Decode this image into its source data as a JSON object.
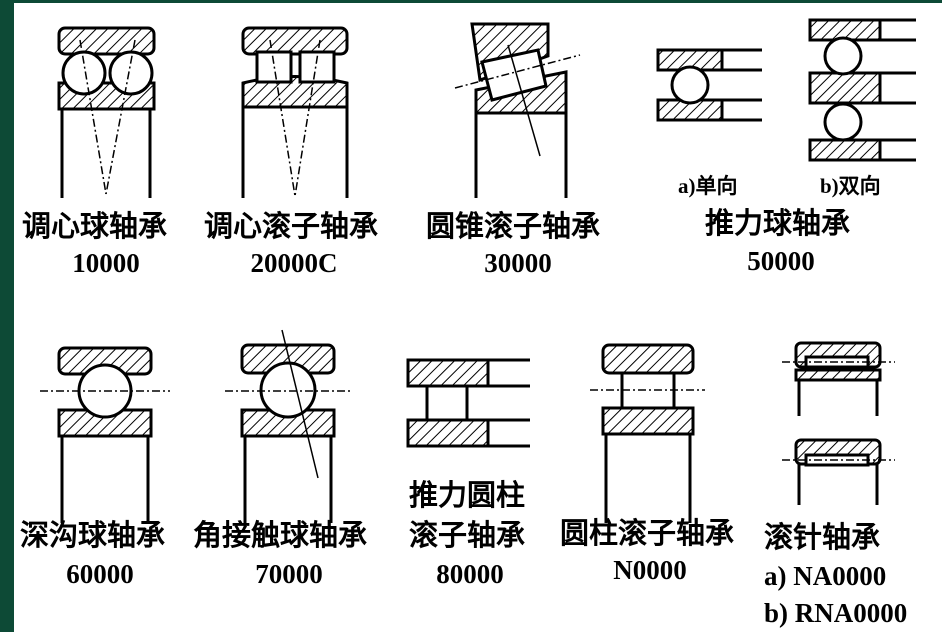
{
  "colors": {
    "frame": "#0d4a36",
    "panel": "#ffffff",
    "ink": "#000000"
  },
  "bearings": [
    {
      "name": "调心球轴承",
      "code": "10000"
    },
    {
      "name": "调心滚子轴承",
      "code": "20000C"
    },
    {
      "name": "圆锥滚子轴承",
      "code": "30000"
    },
    {
      "name": "推力球轴承",
      "code": "50000",
      "variants": [
        "a)单向",
        "b)双向"
      ]
    },
    {
      "name": "深沟球轴承",
      "code": "60000"
    },
    {
      "name": "角接触球轴承",
      "code": "70000"
    },
    {
      "name_line1": "推力圆柱",
      "name_line2": "滚子轴承",
      "code": "80000"
    },
    {
      "name": "圆柱滚子轴承",
      "code": "N0000"
    },
    {
      "name": "滚针轴承",
      "code_a": "a)  NA0000",
      "code_b": "b)  RNA0000"
    }
  ]
}
